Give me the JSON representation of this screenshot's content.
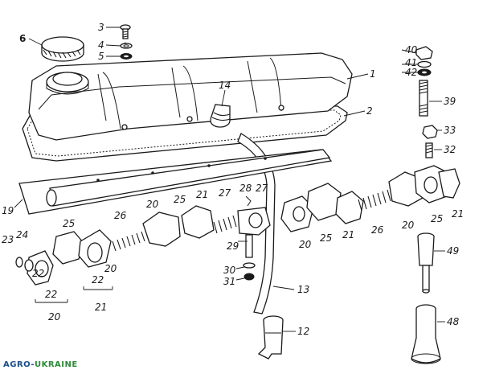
{
  "diagram": {
    "labels": {
      "p1": "1",
      "p2": "2",
      "p3": "3",
      "p4": "4",
      "p5": "5",
      "p6": "6",
      "p12": "12",
      "p13": "13",
      "p14": "14",
      "p19": "19",
      "p20a": "20",
      "p20b": "20",
      "p20c": "20",
      "p20d": "20",
      "p20e": "20",
      "p21a": "21",
      "p21b": "21",
      "p21c": "21",
      "p21d": "21",
      "p22a": "22",
      "p22b": "22",
      "p22c": "22",
      "p23": "23",
      "p24": "24",
      "p25a": "25",
      "p25b": "25",
      "p25c": "25",
      "p25d": "25",
      "p26a": "26",
      "p26b": "26",
      "p27a": "27",
      "p27b": "27",
      "p28": "28",
      "p29": "29",
      "p30": "30",
      "p31": "31",
      "p32": "32",
      "p33": "33",
      "p39": "39",
      "p40": "40",
      "p41": "41",
      "p42": "42",
      "p48": "48",
      "p49": "49"
    }
  },
  "watermark": {
    "part1": "AGRO-",
    "part2": "UKRAINE"
  },
  "colors": {
    "ink": "#1a1a1a",
    "watermark_blue": "#1b4f8a",
    "watermark_green": "#2d8a3a"
  }
}
